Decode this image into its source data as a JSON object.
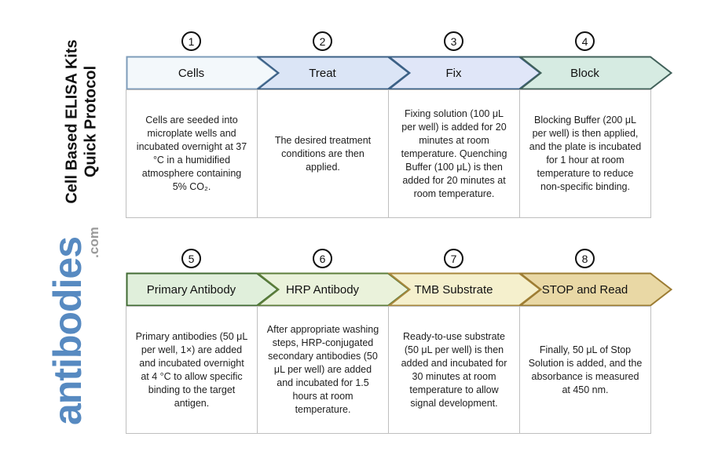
{
  "sidebar": {
    "title_line1": "Cell Based ELISA Kits",
    "title_line2": "Quick Protocol",
    "logo_text": "antibodies",
    "logo_suffix": ".com",
    "logo_color": "#578ac1",
    "logo_suffix_color": "#9a9a9a"
  },
  "steps": [
    {
      "number": "1",
      "label": "Cells",
      "fill": "#f3f8fb",
      "stroke": "#7e9cba",
      "description": "Cells are seeded into microplate wells and incubated overnight at 37 °C in a humidified atmosphere containing 5% CO₂."
    },
    {
      "number": "2",
      "label": "Treat",
      "fill": "#dbe5f6",
      "stroke": "#3c6186",
      "description": "The desired treatment conditions are then applied."
    },
    {
      "number": "3",
      "label": "Fix",
      "fill": "#e0e6f8",
      "stroke": "#3c6186",
      "description": "Fixing solution (100 μL per well) is added for 20 minutes at room temperature. Quenching Buffer (100 μL) is then added for 20 minutes at room temperature."
    },
    {
      "number": "4",
      "label": "Block",
      "fill": "#d6ebe2",
      "stroke": "#41615a",
      "description": "Blocking Buffer (200 μL per well) is then applied, and the plate is incubated for 1 hour at room temperature to reduce non-specific binding."
    },
    {
      "number": "5",
      "label": "Primary Antibody",
      "fill": "#e0efdb",
      "stroke": "#416b33",
      "description": "Primary antibodies (50 μL per well, 1×) are added and incubated overnight at 4 °C to allow specific binding to the target antigen."
    },
    {
      "number": "6",
      "label": "HRP Antibody",
      "fill": "#eaf2db",
      "stroke": "#5d7e3b",
      "description": "After appropriate washing steps, HRP-conjugated secondary antibodies (50 μL per well) are added and incubated for 1.5 hours at room temperature."
    },
    {
      "number": "7",
      "label": "TMB Substrate",
      "fill": "#f5f0cd",
      "stroke": "#a8873d",
      "description": "Ready-to-use substrate (50 μL per well) is then added and incubated for 30 minutes at room temperature to allow signal development."
    },
    {
      "number": "8",
      "label": "STOP and Read",
      "fill": "#e9d8a5",
      "stroke": "#9c7c33",
      "description": "Finally, 50 μL of Stop Solution is added, and the absorbance is measured at 450 nm."
    }
  ]
}
